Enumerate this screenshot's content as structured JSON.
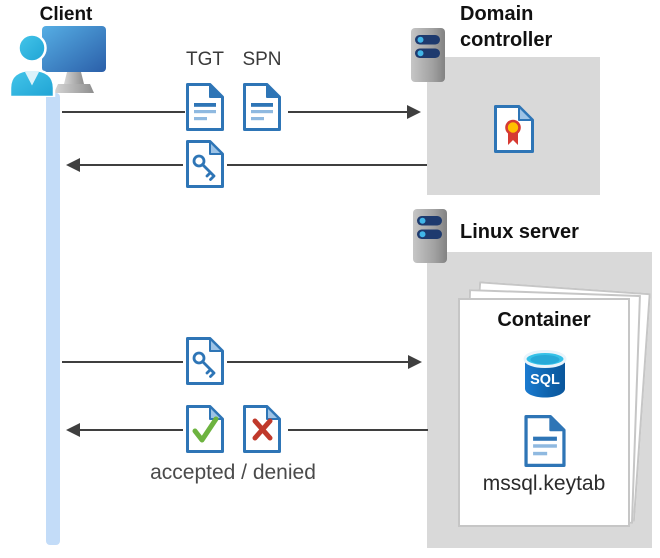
{
  "client": {
    "label": "Client"
  },
  "domain_controller": {
    "label": "Domain controller"
  },
  "linux_server": {
    "label": "Linux server"
  },
  "container": {
    "label": "Container",
    "sql_label": "SQL",
    "keytab_file": "mssql.keytab"
  },
  "flows": {
    "tgt_label": "TGT",
    "spn_label": "SPN",
    "result_label": "accepted / denied",
    "request_to_dc": "client sends TGT + SPN to domain controller",
    "reply_from_dc": "domain controller returns ticket (key document)",
    "request_to_server": "client sends ticket (key document) to linux server",
    "reply_from_server": "server replies accepted / denied"
  },
  "icons": {
    "client": "user-at-monitor-icon",
    "domain_controller": "server-icon",
    "linux_server": "server-icon",
    "tgt": "blue-document-icon",
    "spn": "blue-document-icon",
    "ticket": "key-document-icon",
    "certificate": "certificate-document-icon",
    "accepted": "check-document-icon",
    "denied": "x-document-icon",
    "sql": "sql-database-icon",
    "keytab": "blue-document-icon"
  },
  "colors": {
    "doc_border_blue": "#2E75B6",
    "doc_line_light_blue": "#8FB9E0",
    "fold_light_blue": "#9DC3E6",
    "box_gray": "#D9D9D9",
    "lifeline_blue": "#C3DCF8",
    "arrow_gray": "#3F3F3F",
    "server_bar_navy": "#1E3A6E",
    "server_dot_blue": "#41B6E8",
    "sql_top_cyan": "#35C1E8",
    "sql_body_blue": "#0E62AC",
    "accepted_green": "#6DB33F",
    "denied_red": "#C0392B",
    "seal_yellow": "#FFC000",
    "seal_red": "#D63A32",
    "monitor_blue_start": "#56AEE4",
    "monitor_blue_end": "#2B5FA9",
    "person_cyan": "#2FB9E2"
  }
}
